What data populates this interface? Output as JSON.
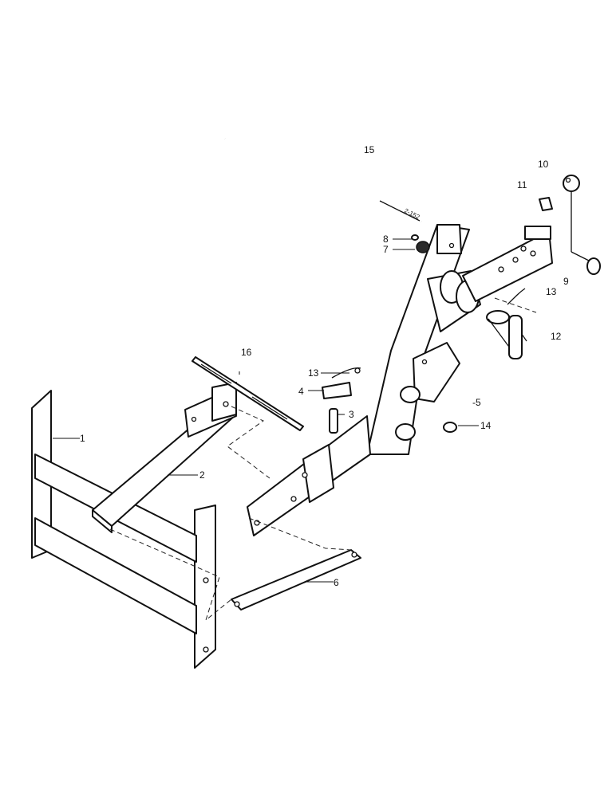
{
  "callouts": [
    {
      "id": "c1",
      "text": "1"
    },
    {
      "id": "c2",
      "text": "2"
    },
    {
      "id": "c3",
      "text": "3"
    },
    {
      "id": "c4",
      "text": "4"
    },
    {
      "id": "c5",
      "text": "-5"
    },
    {
      "id": "c6",
      "text": "6"
    },
    {
      "id": "c7",
      "text": "7"
    },
    {
      "id": "c8",
      "text": "8"
    },
    {
      "id": "c9",
      "text": "9"
    },
    {
      "id": "c10",
      "text": "10"
    },
    {
      "id": "c11",
      "text": "11"
    },
    {
      "id": "c12",
      "text": "12"
    },
    {
      "id": "c13a",
      "text": "13"
    },
    {
      "id": "c13b",
      "text": "13"
    },
    {
      "id": "c14",
      "text": "14"
    },
    {
      "id": "c15",
      "text": "15"
    },
    {
      "id": "c16",
      "text": "16"
    }
  ],
  "rod_inscription": "2-152"
}
